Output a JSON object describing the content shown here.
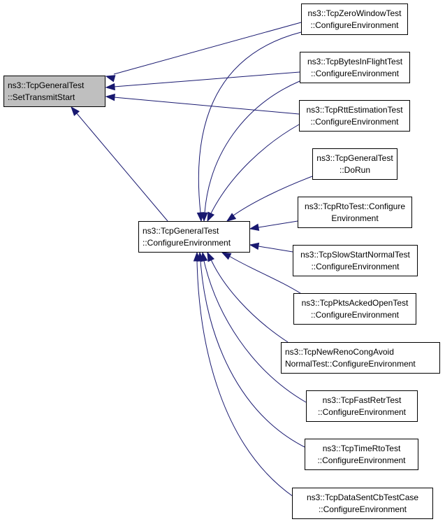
{
  "edge_color": "#191970",
  "nodes": {
    "set_transmit_start": [
      "ns3::TcpGeneralTest",
      "::SetTransmitStart"
    ],
    "configure_environment": [
      "ns3::TcpGeneralTest",
      "::ConfigureEnvironment"
    ],
    "zero_window": [
      "ns3::TcpZeroWindowTest",
      "::ConfigureEnvironment"
    ],
    "bytes_in_flight": [
      "ns3::TcpBytesInFlightTest",
      "::ConfigureEnvironment"
    ],
    "rtt_estimation": [
      "ns3::TcpRttEstimationTest",
      "::ConfigureEnvironment"
    ],
    "do_run": [
      "ns3::TcpGeneralTest",
      "::DoRun"
    ],
    "rto_test": [
      "ns3::TcpRtoTest::Configure",
      "Environment"
    ],
    "slow_start_normal": [
      "ns3::TcpSlowStartNormalTest",
      "::ConfigureEnvironment"
    ],
    "pkts_acked_open": [
      "ns3::TcpPktsAckedOpenTest",
      "::ConfigureEnvironment"
    ],
    "new_reno_cong_avoid": [
      "ns3::TcpNewRenoCongAvoid",
      "NormalTest::ConfigureEnvironment"
    ],
    "fast_retr": [
      "ns3::TcpFastRetrTest",
      "::ConfigureEnvironment"
    ],
    "time_rto": [
      "ns3::TcpTimeRtoTest",
      "::ConfigureEnvironment"
    ],
    "data_sent_cb": [
      "ns3::TcpDataSentCbTestCase",
      "::ConfigureEnvironment"
    ]
  }
}
